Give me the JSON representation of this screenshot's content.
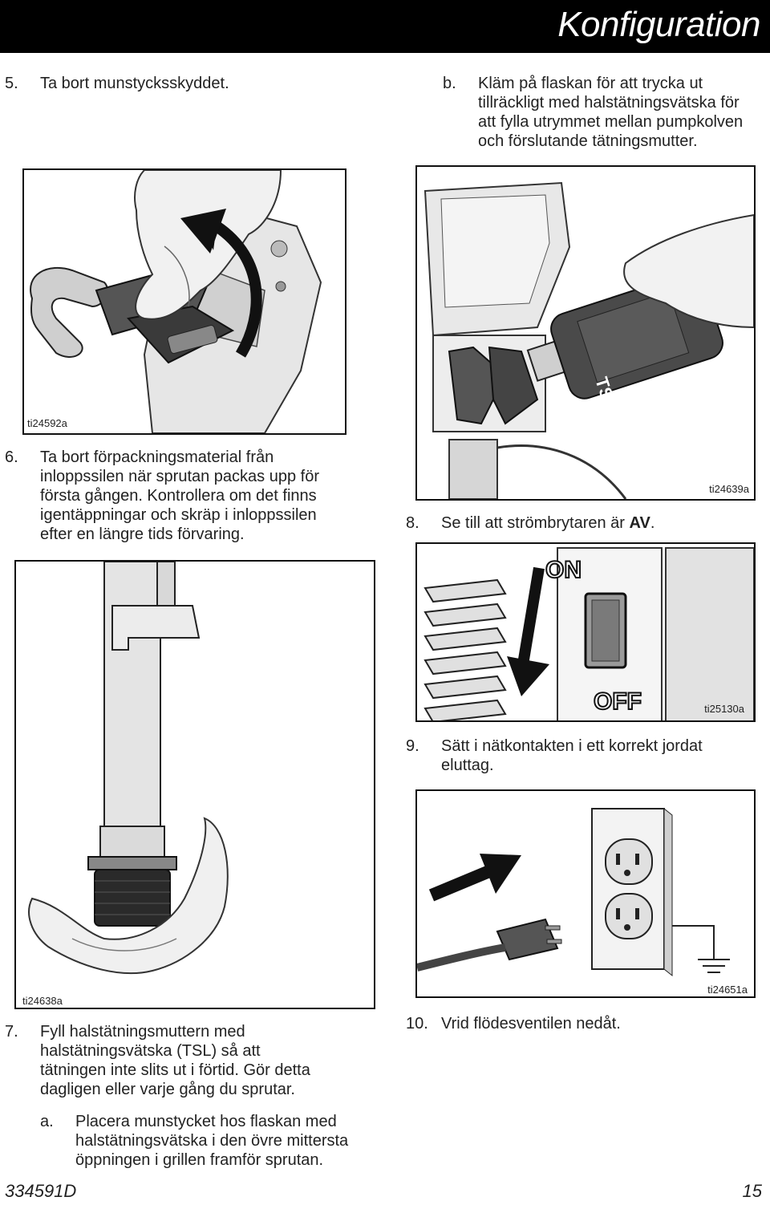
{
  "header": {
    "title": "Konfiguration"
  },
  "steps": {
    "s5": {
      "num": "5.",
      "text": "Ta bort munstycksskyddet."
    },
    "sb": {
      "num": "b.",
      "lines": [
        "Kläm på flaskan för att trycka ut",
        "tillräckligt med halstätningsvätska för",
        "att fylla utrymmet mellan pumpkolven",
        "och förslutande tätningsmutter."
      ]
    },
    "s6": {
      "num": "6.",
      "lines": [
        "Ta bort förpackningsmaterial från",
        "inloppssilen när sprutan packas upp för",
        "första gången. Kontrollera om det finns",
        "igentäppningar och skräp i inloppssilen",
        "efter en längre tids förvaring."
      ]
    },
    "s8": {
      "num": "8.",
      "text_pre": "Se till att strömbrytaren är ",
      "text_bold": "AV",
      "text_post": "."
    },
    "s9": {
      "num": "9.",
      "lines": [
        "Sätt i nätkontakten i ett korrekt jordat",
        "eluttag."
      ]
    },
    "s7": {
      "num": "7.",
      "lines": [
        "Fyll halstätningsmuttern med",
        "halstätningsvätska (TSL) så att",
        "tätningen inte slits ut i förtid. Gör detta",
        "dagligen eller varje gång du sprutar."
      ]
    },
    "sa": {
      "num": "a.",
      "lines": [
        "Placera munstycket hos flaskan med",
        "halstätningsvätska i den övre mittersta",
        "öppningen i grillen framför sprutan."
      ]
    },
    "s10": {
      "num": "10.",
      "text": "Vrid flödesventilen nedåt."
    }
  },
  "figures": {
    "fig1": {
      "id": "ti24592a"
    },
    "fig2": {
      "id": "ti24639a",
      "bottle_label": "TSL"
    },
    "fig3": {
      "id": "ti25130a",
      "on_label": "ON",
      "off_label": "OFF"
    },
    "fig4": {
      "id": "ti24638a"
    },
    "fig5": {
      "id": "ti24651a"
    }
  },
  "footer": {
    "doc_number": "334591D",
    "page_number": "15"
  }
}
